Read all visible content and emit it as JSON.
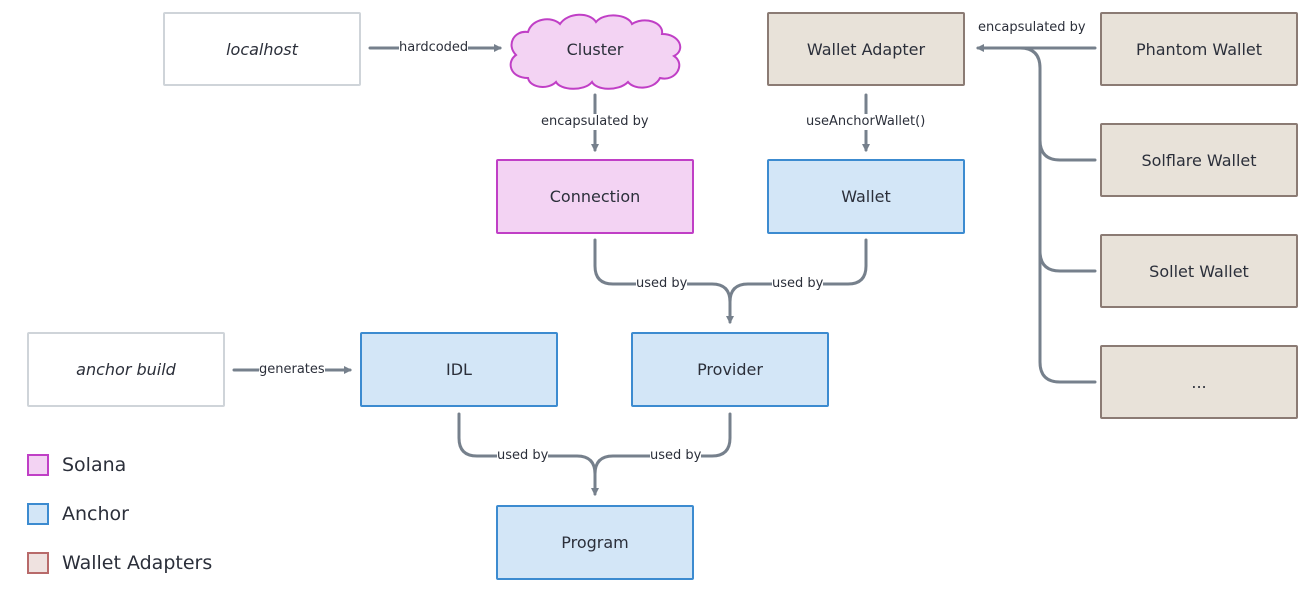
{
  "colors": {
    "solana_fill": "#f3d3f3",
    "solana_stroke": "#c03fc6",
    "anchor_fill": "#d3e6f7",
    "anchor_stroke": "#3c8bd0",
    "wallet_fill": "#e8e2d9",
    "wallet_stroke": "#8b7b74",
    "edge": "#76808c"
  },
  "nodes": {
    "localhost": "localhost",
    "cluster": "Cluster",
    "wallet_adapter": "Wallet Adapter",
    "phantom": "Phantom Wallet",
    "solflare": "Solflare Wallet",
    "sollet": "Sollet Wallet",
    "more": "...",
    "connection": "Connection",
    "wallet": "Wallet",
    "anchor_build": "anchor build",
    "idl": "IDL",
    "provider": "Provider",
    "program": "Program"
  },
  "edges": {
    "hardcoded": "hardcoded",
    "cluster_encapsulated_by": "encapsulated by",
    "use_anchor_wallet": "useAnchorWallet()",
    "wallets_encapsulated_by": "encapsulated by",
    "connection_used_by": "used by",
    "wallet_used_by": "used by",
    "generates": "generates",
    "idl_used_by": "used by",
    "provider_used_by": "used by"
  },
  "legend": {
    "solana": "Solana",
    "anchor": "Anchor",
    "wallet_adapters": "Wallet Adapters"
  }
}
